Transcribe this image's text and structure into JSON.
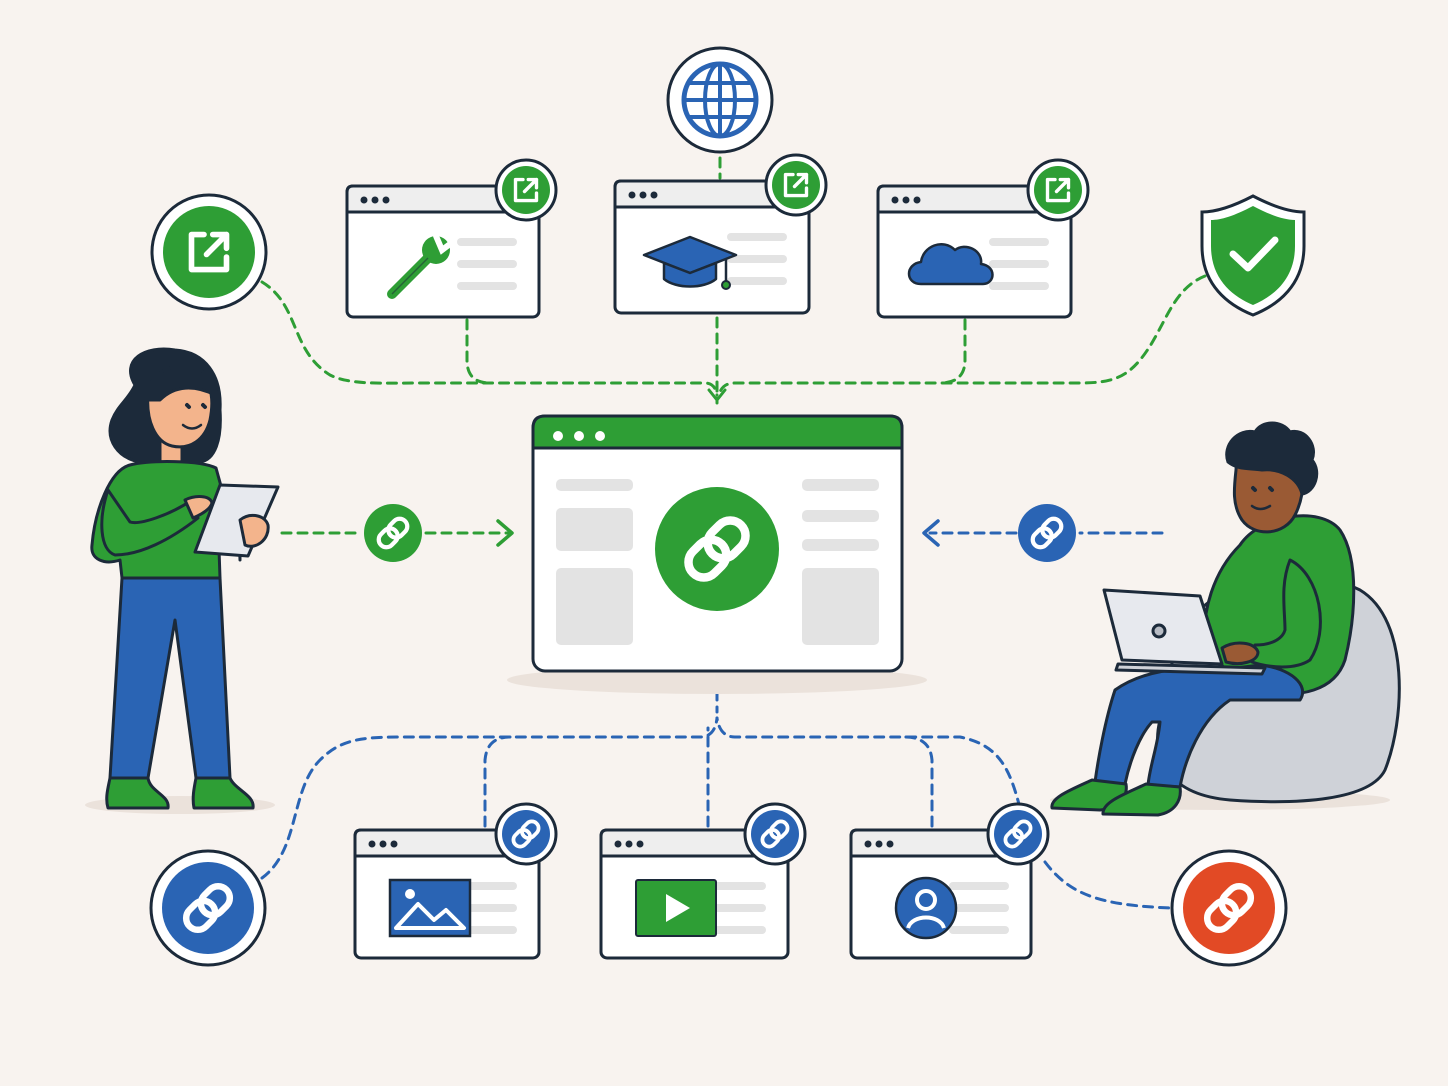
{
  "colors": {
    "background": "#f8f3ef",
    "green": "#2e9e35",
    "green_dark": "#23802a",
    "blue": "#2a64b4",
    "orange": "#e24a25",
    "outline": "#1c2a3a",
    "placeholder": "#e3e3e3",
    "window_bar": "#eeeeee"
  },
  "icons": {
    "top_left_badge": "external-link-icon",
    "globe": "globe-icon",
    "shield": "shield-check-icon",
    "incoming_left": "link-icon",
    "incoming_right": "link-icon",
    "hub": "link-icon",
    "bottom_left": "link-icon",
    "bottom_right_broken": "link-icon"
  },
  "top_windows": [
    {
      "name": "tools-window",
      "icon": "wrench-icon",
      "badge": "external-link-icon"
    },
    {
      "name": "education-window",
      "icon": "graduation-cap-icon",
      "badge": "external-link-icon"
    },
    {
      "name": "cloud-window",
      "icon": "cloud-icon",
      "badge": "external-link-icon"
    }
  ],
  "bottom_windows": [
    {
      "name": "image-window",
      "icon": "image-icon",
      "badge": "link-icon"
    },
    {
      "name": "video-window",
      "icon": "play-video-icon",
      "badge": "link-icon"
    },
    {
      "name": "profile-window",
      "icon": "user-profile-icon",
      "badge": "link-icon"
    }
  ],
  "people": [
    {
      "name": "woman-with-tablet"
    },
    {
      "name": "man-with-laptop"
    }
  ]
}
